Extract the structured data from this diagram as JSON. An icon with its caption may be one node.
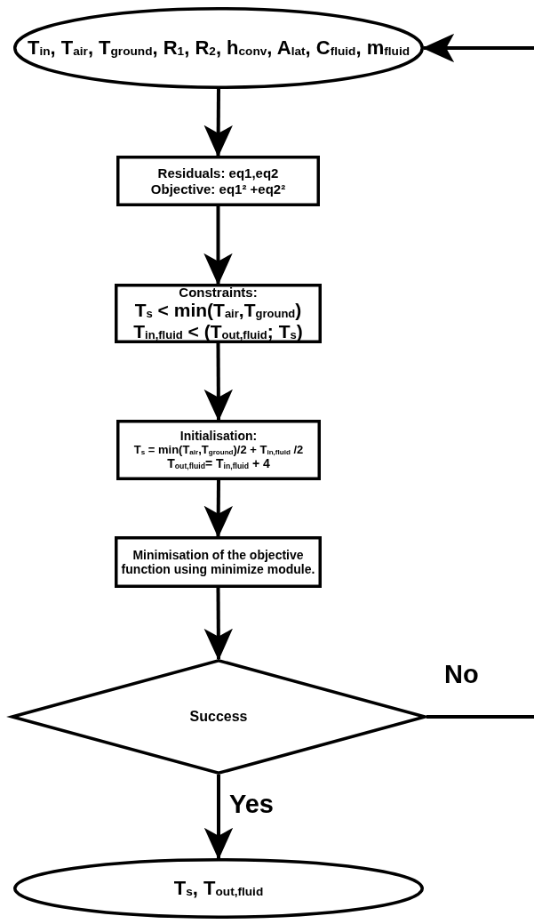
{
  "diagram": {
    "nodes": [
      {
        "text": [
          "T$_{in}$, T$_{air}$, T$_{ground}$, R$_{1}$, R$_{2}$, h$_{conv}$, A$_{lat}$, C$_{fluid}$, m$_{fluid}$"
        ]
      },
      {
        "text": [
          "Residuals: eq1,eq2",
          "Objective: eq1² +eq2²"
        ]
      },
      {
        "text": [
          "Constraints:",
          "T$_{s}$ <  min(T$_{air}$,T$_{ground}$)",
          "T$_{in,fluid}$ < (T$_{out,fluid}$; T$_{s}$)"
        ]
      },
      {
        "text": [
          "Initialisation:",
          "T$_{s}$ =  min(T$_{air}$,T$_{ground}$)/2 + T$_{in,fluid}$ /2",
          "T$_{out,fluid}$= T$_{in,fluid}$ + 4"
        ]
      },
      {
        "text": [
          "Minimisation of the objective function using minimize module."
        ]
      },
      {
        "text": [
          "Success"
        ]
      },
      {
        "text": [
          "T$_{s}$, T$_{out,fluid}$"
        ]
      }
    ],
    "edges": [
      {
        "from": null,
        "to": 0,
        "arrow": "to"
      },
      {
        "from": 0,
        "to": 1,
        "arrow": "to"
      },
      {
        "from": 1,
        "to": 2,
        "arrow": "to"
      },
      {
        "from": 2,
        "to": 3,
        "arrow": "to"
      },
      {
        "from": 3,
        "to": 4,
        "arrow": "to"
      },
      {
        "from": 4,
        "to": 5,
        "arrow": "to"
      },
      {
        "from": 5,
        "to": null,
        "arrow": "none",
        "label": "No"
      },
      {
        "from": 5,
        "to": 6,
        "arrow": "to",
        "label": "Yes"
      }
    ]
  }
}
